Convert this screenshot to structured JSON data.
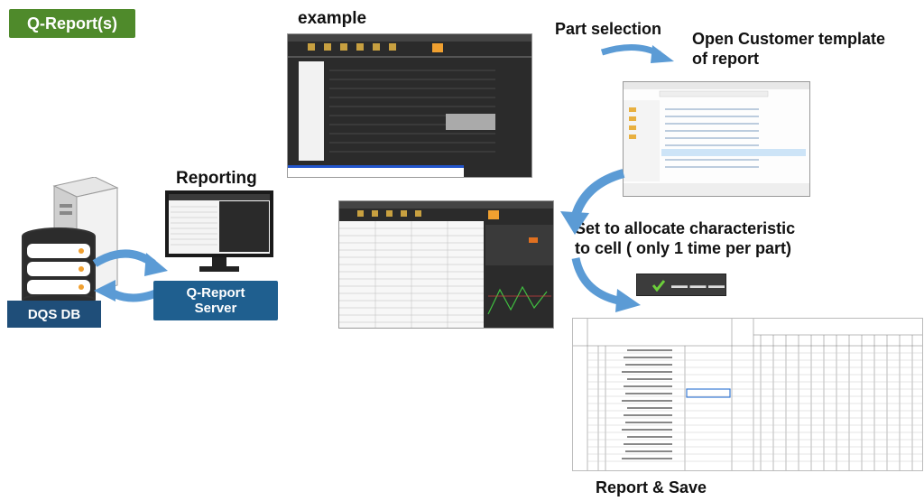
{
  "title_badge": "Q-Report(s)",
  "labels": {
    "example": "example",
    "reporting": "Reporting",
    "part_selection": "Part selection",
    "open_template_line1": "Open Customer template",
    "open_template_line2": "of report",
    "set_allocate_line1": "Set to allocate characteristic",
    "set_allocate_line2": "to cell ( only 1 time per part)",
    "report_save": "Report & Save"
  },
  "nodes": {
    "dqs_db": "DQS DB",
    "server_line1": "Q-Report",
    "server_line2": "Server"
  },
  "colors": {
    "badge": "#4f8a2b",
    "db_label": "#1f4e79",
    "server_box": "#1f5f8f",
    "arrow": "#5b9bd5",
    "dark_app": "#2b2b2b"
  },
  "icons": [
    "server-tower-icon",
    "database-icon",
    "monitor-icon",
    "checkmark-icon"
  ]
}
